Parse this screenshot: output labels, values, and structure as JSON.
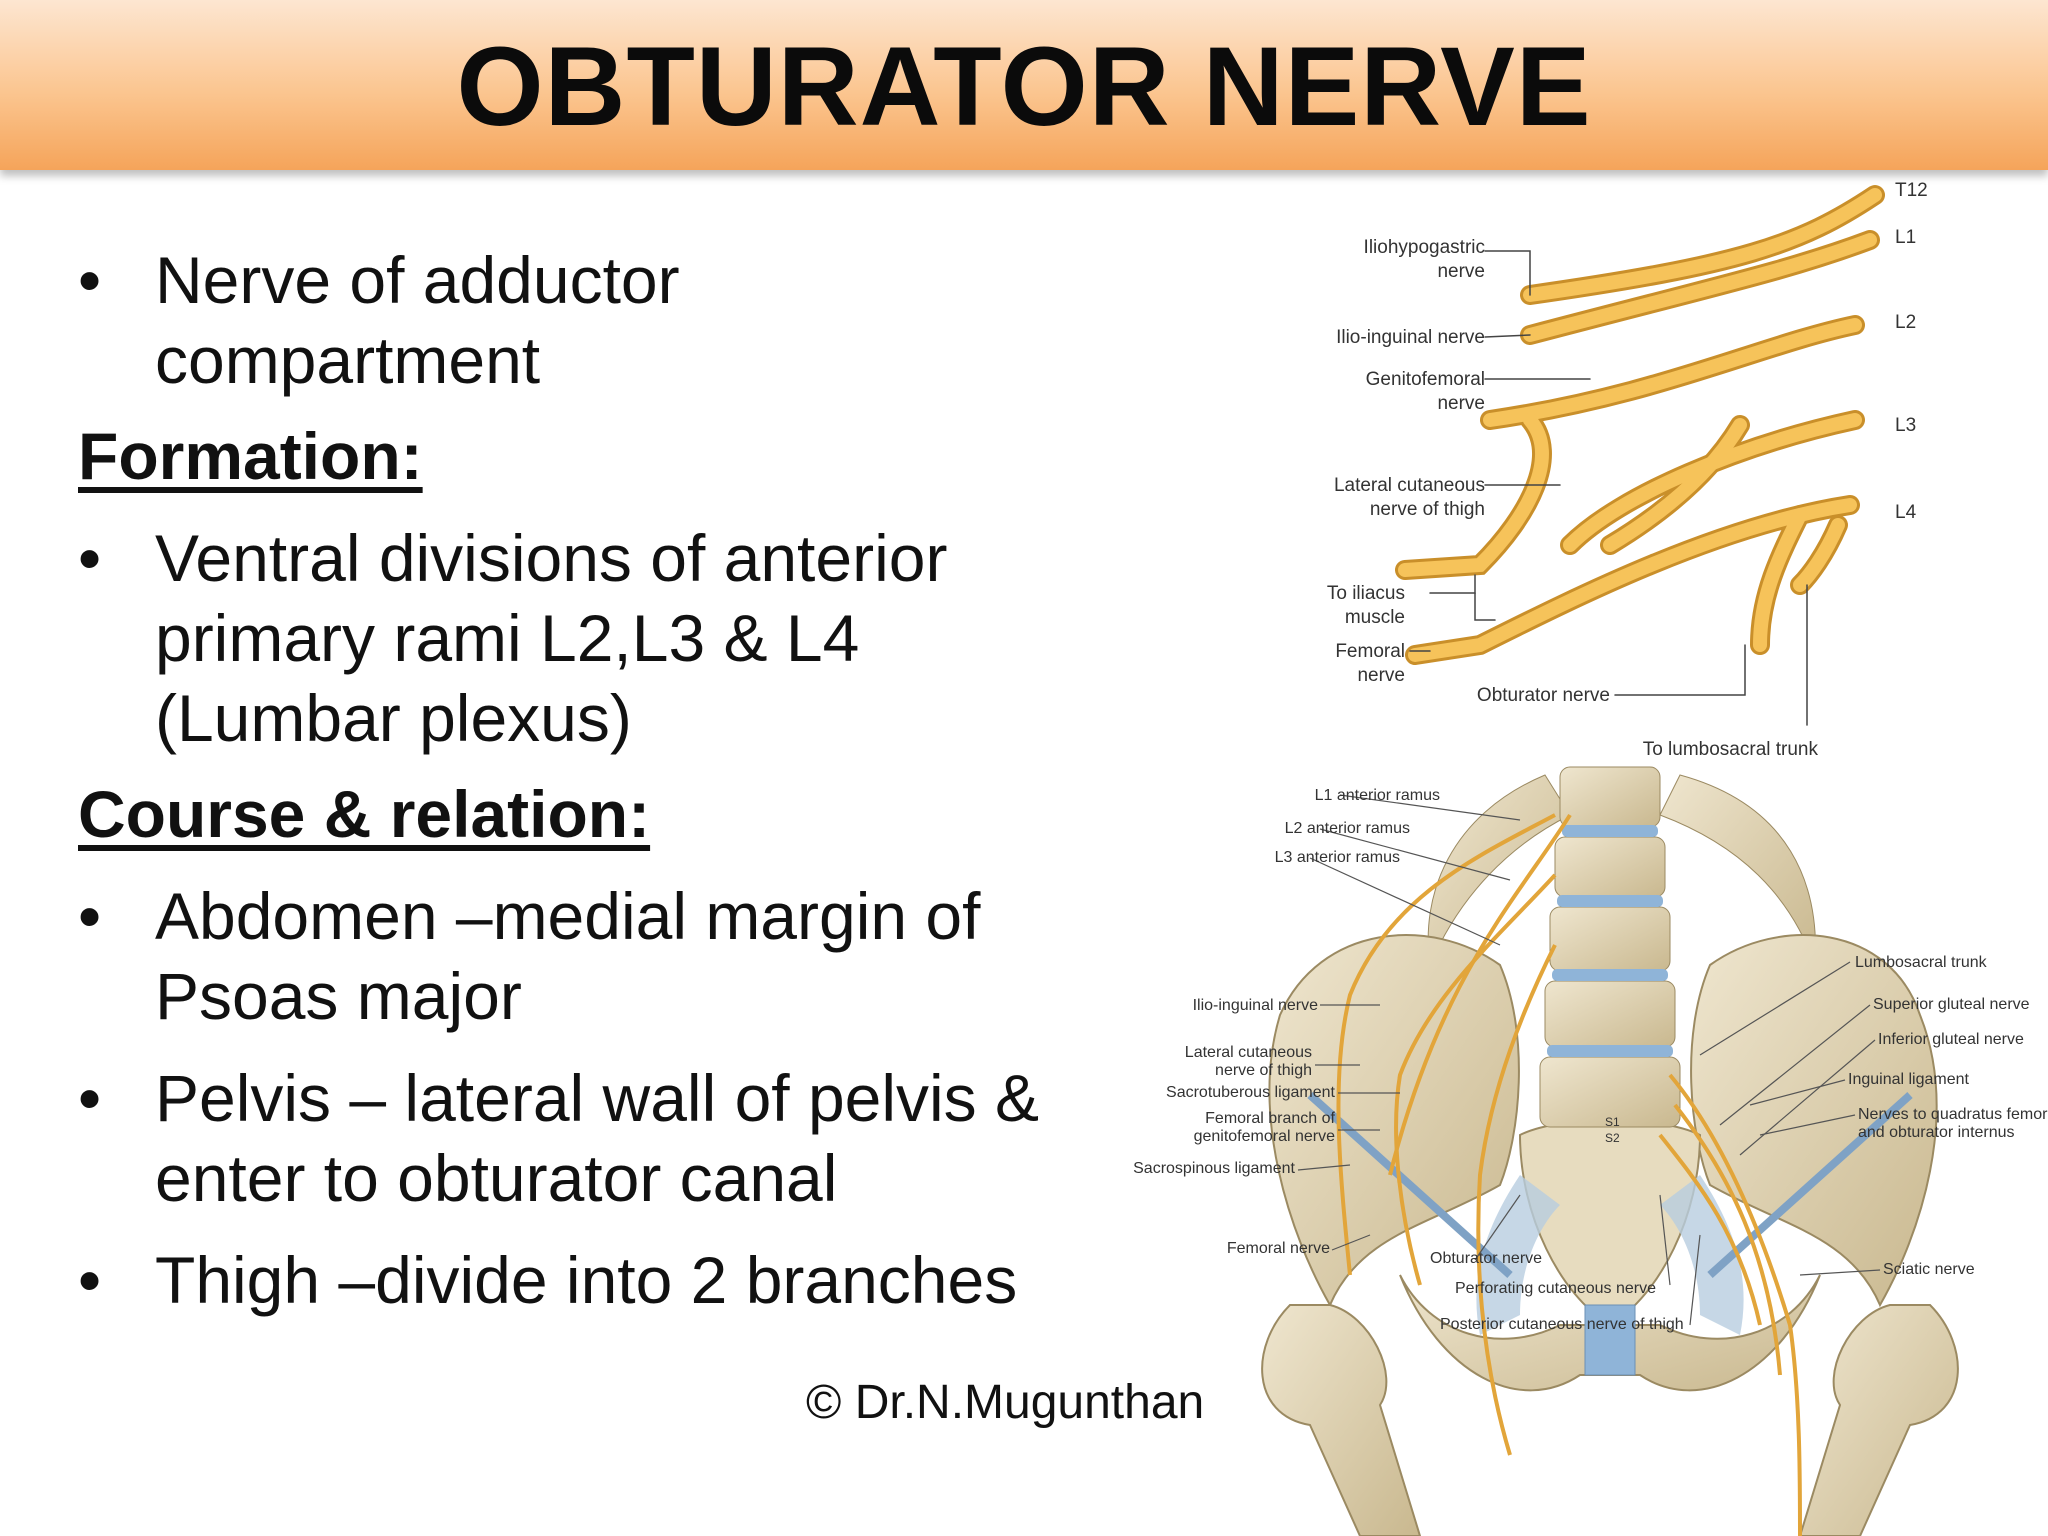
{
  "title": "OBTURATOR NERVE",
  "intro_bullets": [
    "Nerve of adductor compartment"
  ],
  "sections": [
    {
      "heading": "Formation:",
      "bullets": [
        "Ventral divisions of anterior primary rami L2,L3 & L4 (Lumbar plexus)"
      ]
    },
    {
      "heading": "Course & relation:",
      "bullets": [
        "Abdomen –medial margin of Psoas major",
        "Pelvis – lateral wall of pelvis & enter to obturator canal",
        "Thigh –divide into 2 branches"
      ]
    }
  ],
  "copyright": "© Dr.N.Mugunthan",
  "plexus_diagram": {
    "root_labels": [
      "T12",
      "L1",
      "L2",
      "L3",
      "L4"
    ],
    "nerve_labels": [
      "Iliohypogastric",
      "nerve",
      "Ilio-inguinal nerve",
      "Genitofemoral",
      "nerve",
      "Lateral cutaneous",
      "nerve of thigh",
      "To iliacus",
      "muscle",
      "Femoral",
      "nerve",
      "Obturator nerve",
      "To lumbosacral trunk"
    ]
  },
  "pelvis_diagram": {
    "labels_left": [
      "L1 anterior ramus",
      "L2 anterior ramus",
      "L3 anterior ramus",
      "Ilio-inguinal nerve",
      "Lateral cutaneous",
      "nerve of thigh",
      "Sacrotuberous ligament",
      "Femoral branch of",
      "genitofemoral nerve",
      "Sacrospinous ligament",
      "Femoral nerve"
    ],
    "labels_right": [
      "Lumbosacral trunk",
      "Superior gluteal nerve",
      "Inferior gluteal nerve",
      "Inguinal ligament",
      "Nerves to quadratus femoris",
      "and obturator internus",
      "Sciatic nerve"
    ],
    "labels_bottom": [
      "Obturator nerve",
      "Perforating cutaneous nerve",
      "Posterior cutaneous nerve of thigh"
    ],
    "sacral_labels": [
      "S1",
      "S2"
    ]
  }
}
